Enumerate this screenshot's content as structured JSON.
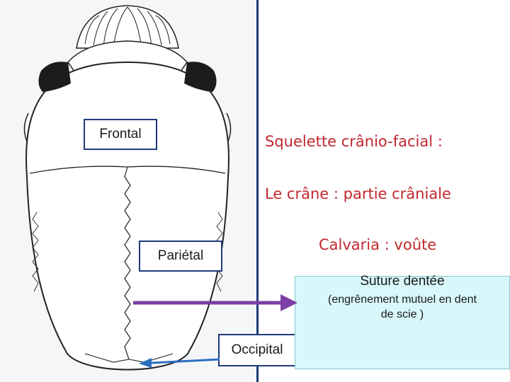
{
  "labels": {
    "frontal": "Frontal",
    "parietal": "Pariétal",
    "occipital": "Occipital"
  },
  "text": {
    "heading": "Squelette crânio-facial :",
    "subheading": "Le crâne : partie crâniale",
    "calvaria": "Calvaria : voûte",
    "suture_title": "Suture dentée",
    "suture_desc_line1": "(engrênement mutuel en dent",
    "suture_desc_line2": "de scie )"
  },
  "colors": {
    "accent_red": "#c0282d",
    "panel_border": "#1f3a7a",
    "arrow_purple": "#7b3fa6",
    "arrow_blue": "#2a6fc0",
    "callout_bg": "#d7f7fb"
  }
}
